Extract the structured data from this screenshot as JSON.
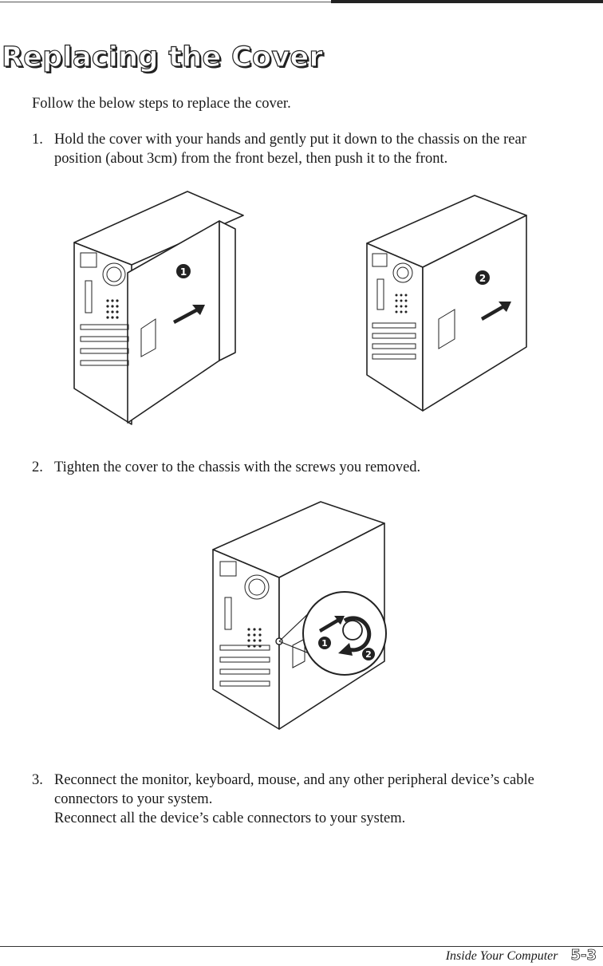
{
  "heading": {
    "title": "Replacing the Cover"
  },
  "intro": "Follow the below steps to replace the cover.",
  "steps": [
    {
      "number": "1.",
      "lines": [
        "Hold the cover with your hands and gently put it down to the chassis on the rear",
        "position (about 3cm) from the front bezel, then push it to the front."
      ]
    },
    {
      "number": "2.",
      "lines": [
        "Tighten the cover to the chassis with the screws you removed."
      ]
    },
    {
      "number": "3.",
      "lines": [
        "Reconnect the monitor, keyboard, mouse, and any other peripheral device’s cable",
        "connectors to your system.",
        "Reconnect all the device’s cable connectors to your system."
      ]
    }
  ],
  "figures": {
    "fig1_marker": "1",
    "fig2_marker": "2",
    "fig3_markers": [
      "1",
      "2"
    ]
  },
  "footer": {
    "section": "Inside Your Computer",
    "page": "5-3"
  }
}
